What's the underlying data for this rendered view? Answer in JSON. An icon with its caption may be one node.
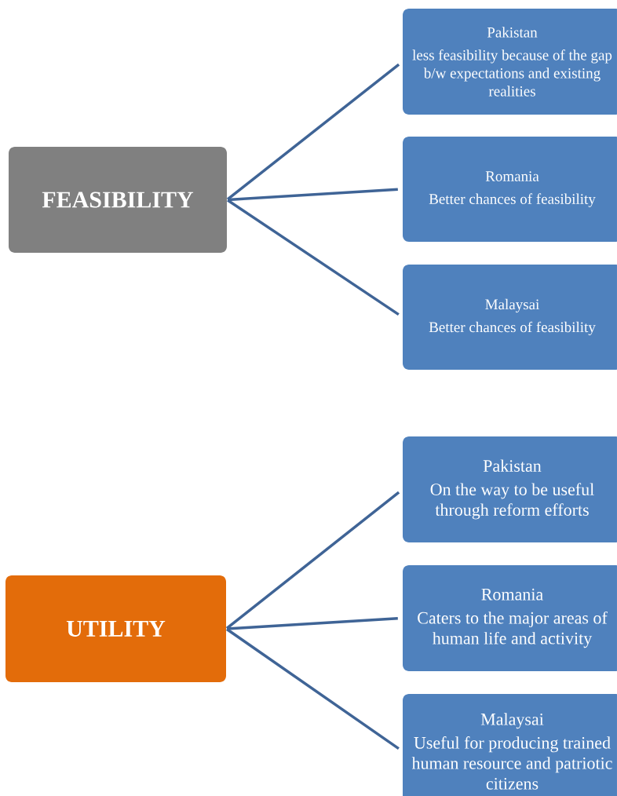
{
  "diagram": {
    "nodes": [
      {
        "text": [
          "FEASIBILITY"
        ]
      },
      {
        "text": [
          "Pakistan",
          "less feasibility because of the gap b/w expectations and existing realities"
        ]
      },
      {
        "text": [
          "Romania",
          "Better chances of feasibility"
        ]
      },
      {
        "text": [
          "Malaysai",
          "Better chances of feasibility"
        ]
      },
      {
        "text": [
          "UTILITY"
        ]
      },
      {
        "text": [
          "Pakistan",
          "On the way to be useful through reform efforts"
        ]
      },
      {
        "text": [
          "Romania",
          "Caters to the major areas of human life and activity"
        ]
      },
      {
        "text": [
          "Malaysai",
          "Useful for producing trained human resource and patriotic citizens"
        ]
      }
    ],
    "edges": [
      {
        "from": 0,
        "to": 1,
        "arrow": "none"
      },
      {
        "from": 0,
        "to": 2,
        "arrow": "none"
      },
      {
        "from": 0,
        "to": 3,
        "arrow": "none"
      },
      {
        "from": 4,
        "to": 5,
        "arrow": "none"
      },
      {
        "from": 4,
        "to": 6,
        "arrow": "none"
      },
      {
        "from": 4,
        "to": 7,
        "arrow": "none"
      }
    ]
  }
}
